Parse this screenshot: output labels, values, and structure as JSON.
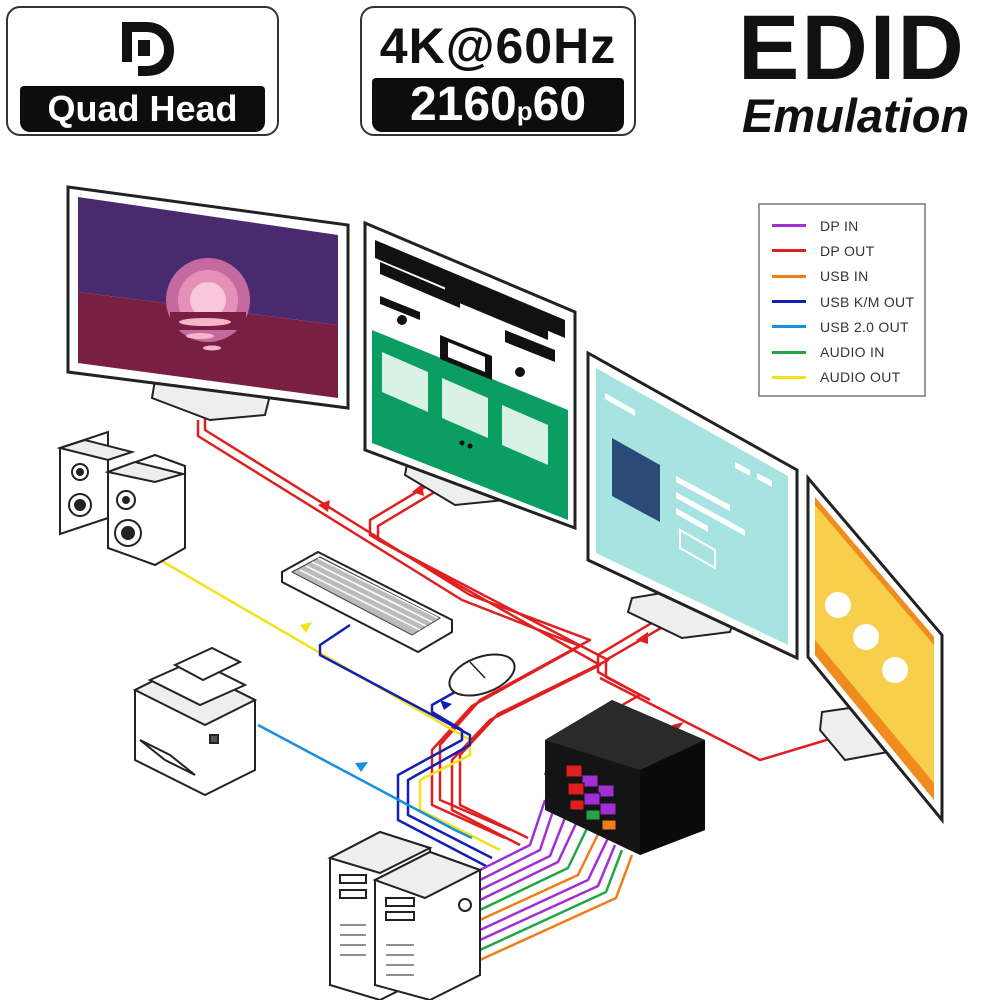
{
  "badges": {
    "displayport": {
      "label": "Quad Head"
    },
    "resolution": {
      "line1": "4K@60Hz",
      "line2_main": "2160",
      "line2_sub": "p",
      "line2_rate": "60"
    },
    "edid": {
      "title": "EDID",
      "subtitle": "Emulation"
    }
  },
  "legend": {
    "items": [
      {
        "label": "DP IN",
        "color": "#a12fd6"
      },
      {
        "label": "DP OUT",
        "color": "#e02020"
      },
      {
        "label": "USB IN",
        "color": "#ef7d18"
      },
      {
        "label": "USB K/M OUT",
        "color": "#1420b4"
      },
      {
        "label": "USB 2.0 OUT",
        "color": "#1a8fe0"
      },
      {
        "label": "AUDIO IN",
        "color": "#22a645"
      },
      {
        "label": "AUDIO OUT",
        "color": "#f2e21c"
      }
    ]
  },
  "colors": {
    "screen1_bg": "#4a2a6e",
    "screen1_ground": "#7a1f44",
    "screen1_sun": "#f6b6c8",
    "screen2_green": "#0a9e62",
    "screen3_bg": "#a7e3e0",
    "screen3_square": "#2a4b78",
    "screen4_bg": "#f7cf4a",
    "screen4_stripe": "#ef8c1d",
    "kvm_box": "#141414"
  },
  "devices": [
    "monitor-1",
    "monitor-2",
    "monitor-3",
    "monitor-4",
    "speakers",
    "keyboard",
    "mouse",
    "printer",
    "computer-1",
    "computer-2",
    "kvm-switch"
  ]
}
